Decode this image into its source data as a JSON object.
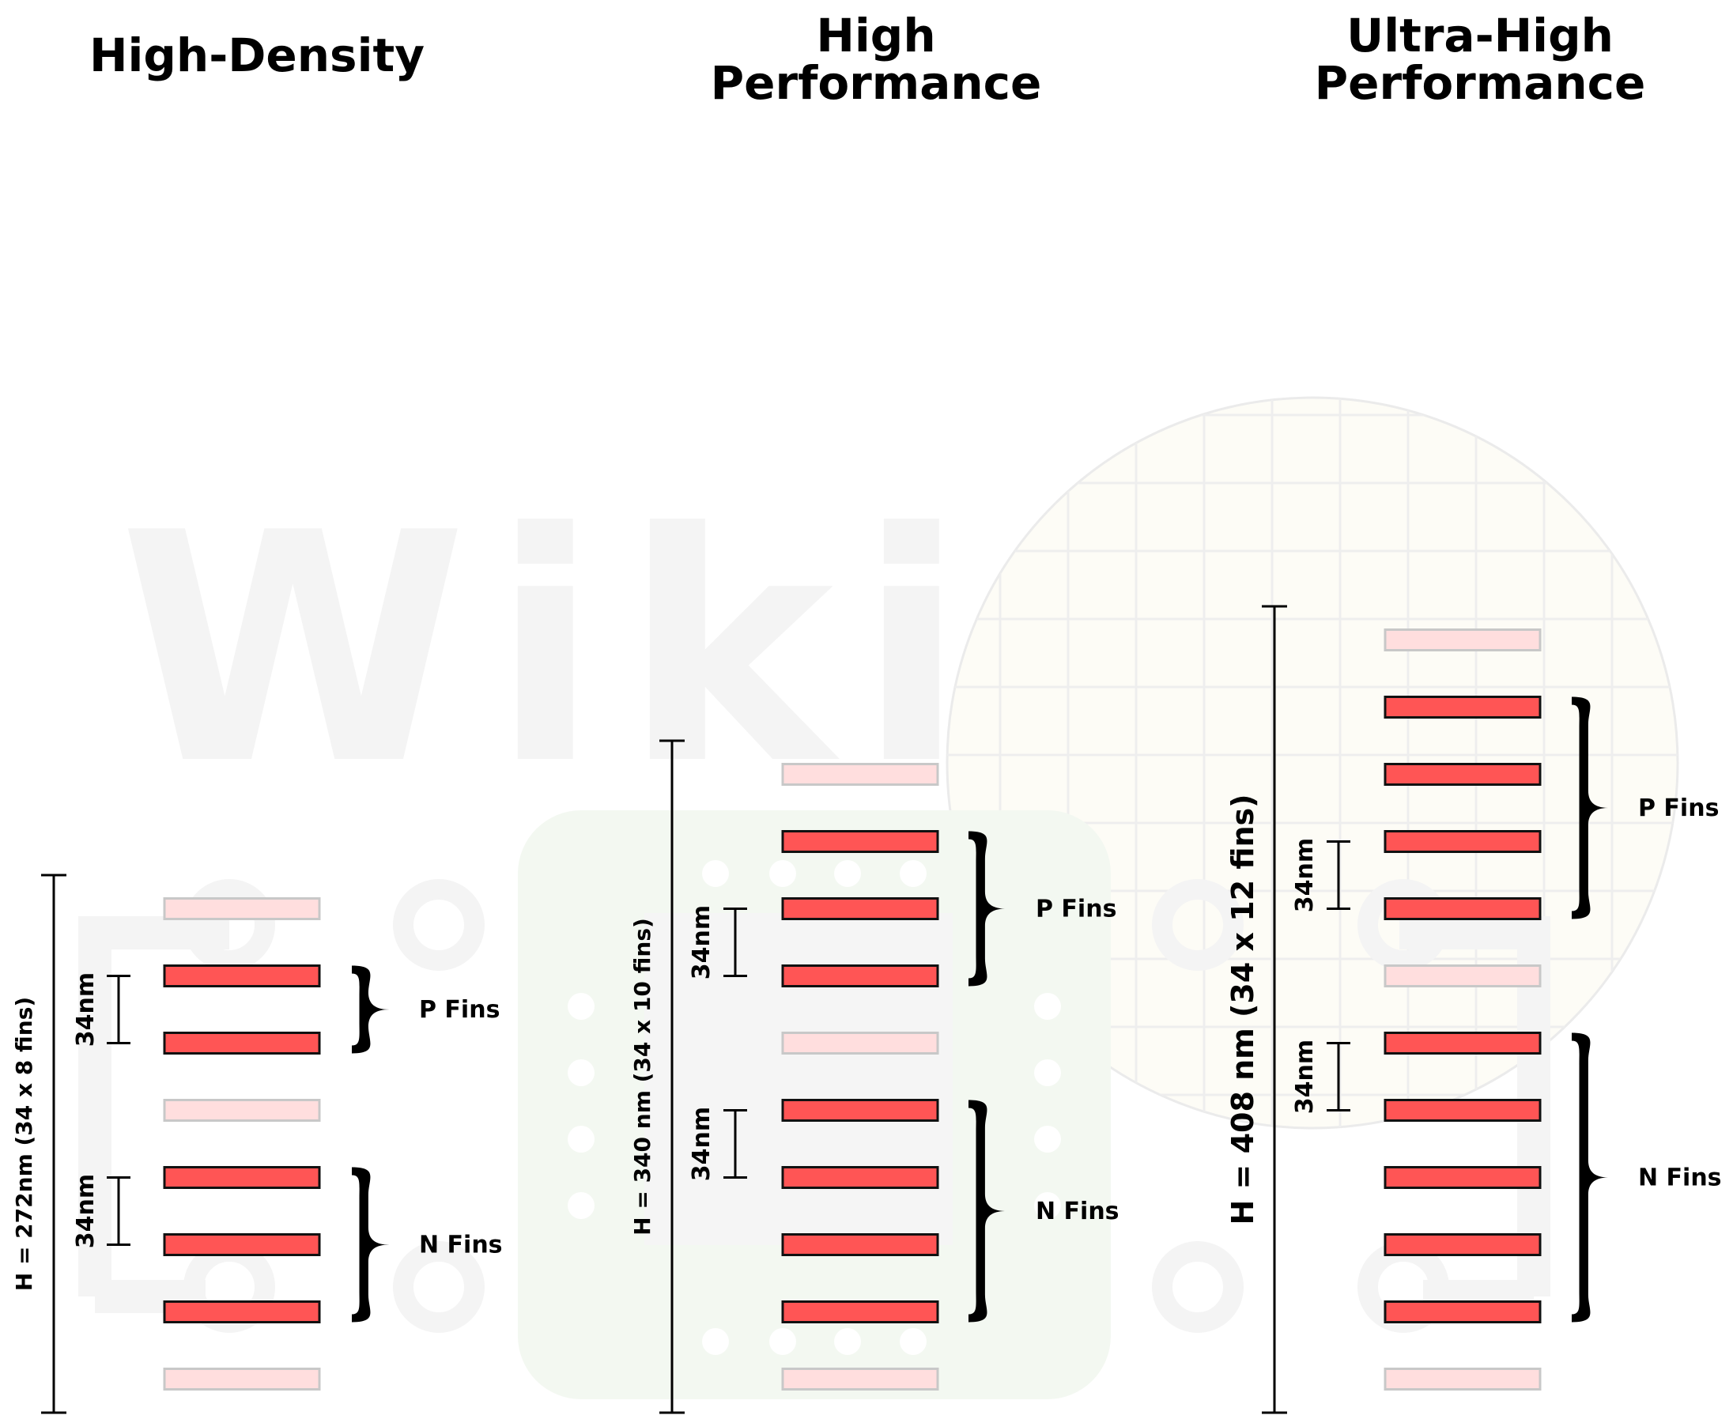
{
  "colors": {
    "fin_active": "#ff5555",
    "fin_dummy": "#ffdede",
    "fin_dummy_stroke": "#c8c8c8",
    "fin_stroke": "#111111",
    "watermark_gray": "#f4f4f4",
    "watermark_green": "#f3f8f1",
    "wafer_fill": "#fdfcf6"
  },
  "icons": {
    "watermark": "wikichip-logo-watermark",
    "wafer": "wafer-grid-watermark"
  },
  "watermark": {
    "text": "Wiki"
  },
  "columns": [
    {
      "id": "high-density",
      "title": [
        "High-Density"
      ],
      "height_label": "H = 272nm (34 x 8 fins)",
      "total_height_nm": 272,
      "fin_pitch_nm": 34,
      "track_count": 8,
      "pitch_labels": [
        "34nm",
        "34nm"
      ],
      "fins": [
        "dummy",
        "p",
        "p",
        "dummy",
        "n",
        "n",
        "n",
        "dummy"
      ],
      "groups": [
        {
          "label": "P Fins",
          "type": "p",
          "count": 2
        },
        {
          "label": "N Fins",
          "type": "n",
          "count": 3
        }
      ]
    },
    {
      "id": "high-performance",
      "title": [
        "High",
        "Performance"
      ],
      "height_label": "H = 340 nm (34 x 10 fins)",
      "total_height_nm": 340,
      "fin_pitch_nm": 34,
      "track_count": 10,
      "pitch_labels": [
        "34nm",
        "34nm"
      ],
      "fins": [
        "dummy",
        "p",
        "p",
        "p",
        "dummy",
        "n",
        "n",
        "n",
        "n",
        "dummy"
      ],
      "groups": [
        {
          "label": "P Fins",
          "type": "p",
          "count": 3
        },
        {
          "label": "N Fins",
          "type": "n",
          "count": 4
        }
      ]
    },
    {
      "id": "ultra-high-performance",
      "title": [
        "Ultra-High",
        "Performance"
      ],
      "height_label": "H = 408 nm (34 x 12 fins)",
      "total_height_nm": 408,
      "fin_pitch_nm": 34,
      "track_count": 12,
      "pitch_labels": [
        "34nm",
        "34nm"
      ],
      "fins": [
        "dummy",
        "p",
        "p",
        "p",
        "p",
        "dummy",
        "n",
        "n",
        "n",
        "n",
        "n",
        "dummy"
      ],
      "groups": [
        {
          "label": "P Fins",
          "type": "p",
          "count": 4
        },
        {
          "label": "N Fins",
          "type": "n",
          "count": 5
        }
      ]
    }
  ]
}
